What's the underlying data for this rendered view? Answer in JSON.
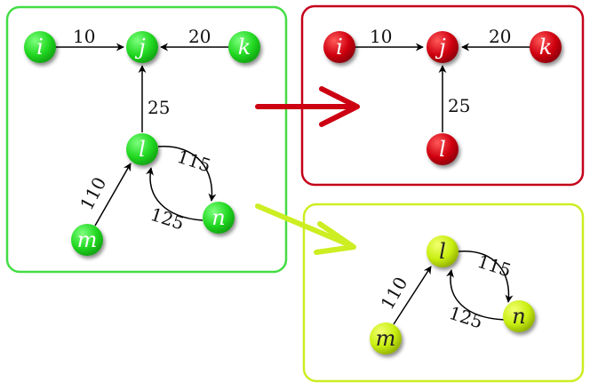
{
  "colors": {
    "green": "#33dd33",
    "red": "#d40000",
    "yellow": "#ccee11",
    "frame_green": "#44dd44",
    "frame_red": "#c4001a",
    "frame_yellow": "#ccee22",
    "arrow_red": "#cc0011",
    "arrow_yellow": "#ccee22",
    "edge": "#000000"
  },
  "graphs": {
    "full": {
      "nodes": {
        "i": "i",
        "j": "j",
        "k": "k",
        "l": "l",
        "m": "m",
        "n": "n"
      },
      "edges": {
        "i_j": "10",
        "k_j": "20",
        "l_j": "25",
        "l_n": "115",
        "n_l": "125",
        "m_l": "110"
      }
    },
    "red": {
      "nodes": {
        "i": "i",
        "j": "j",
        "k": "k",
        "l": "l"
      },
      "edges": {
        "i_j": "10",
        "k_j": "20",
        "l_j": "25"
      }
    },
    "yellow": {
      "nodes": {
        "l": "l",
        "m": "m",
        "n": "n"
      },
      "edges": {
        "l_n": "115",
        "n_l": "125",
        "m_l": "110"
      }
    }
  }
}
